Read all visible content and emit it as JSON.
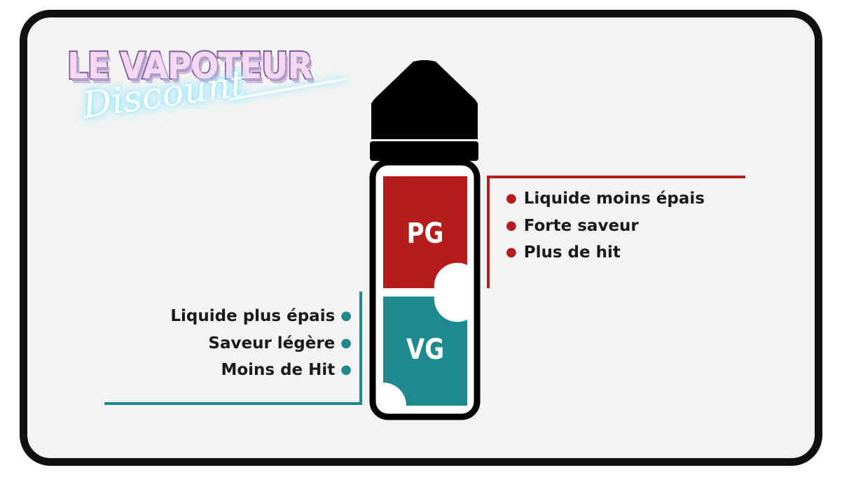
{
  "logo": {
    "title": "LE VAPOTEUR",
    "subtitle": "Discount"
  },
  "bottle": {
    "pg_label": "PG",
    "vg_label": "VG",
    "pg_color": "#b71c1c",
    "vg_color": "#1e8a90",
    "cap_color": "#000000"
  },
  "pg_properties": [
    "Liquide moins épais",
    "Forte saveur",
    "Plus de hit"
  ],
  "vg_properties": [
    "Liquide plus épais",
    "Saveur légère",
    "Moins de Hit"
  ],
  "colors": {
    "background": "#f3f3f3",
    "frame": "#111111",
    "text": "#1a1a1a"
  }
}
